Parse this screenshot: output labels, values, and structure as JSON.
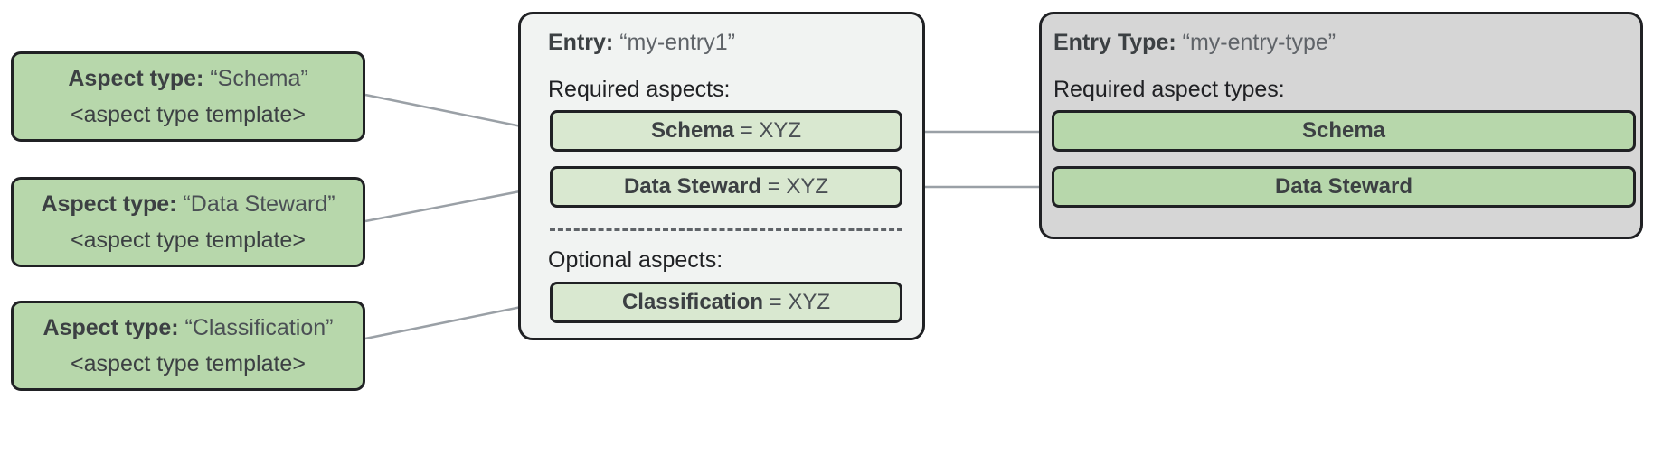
{
  "diagram": {
    "title_context": "Entry / Entry Type / Aspect type relationship diagram",
    "colors": {
      "aspect_type_green": "#b7d7ab",
      "aspect_chip_green": "#d9e8d0",
      "entry_panel_gray": "#f1f3f2",
      "entry_type_panel_gray": "#d6d6d6",
      "border_dark": "#202124",
      "connector_gray": "#9aa0a6"
    }
  },
  "aspect_types": [
    {
      "key_label": "Aspect type:",
      "value_label": "“Schema”",
      "template_label": "<aspect type template>"
    },
    {
      "key_label": "Aspect type:",
      "value_label": "“Data Steward”",
      "template_label": "<aspect type template>"
    },
    {
      "key_label": "Aspect type:",
      "value_label": "“Classification”",
      "template_label": "<aspect type template>"
    }
  ],
  "entry": {
    "key_label": "Entry:",
    "value_label": "“my-entry1”",
    "required_label": "Required aspects:",
    "optional_label": "Optional aspects:",
    "required_aspects": [
      {
        "name": "Schema",
        "value": "= XYZ"
      },
      {
        "name": "Data Steward",
        "value": "= XYZ"
      }
    ],
    "optional_aspects": [
      {
        "name": "Classification",
        "value": "= XYZ"
      }
    ]
  },
  "entry_type": {
    "key_label": "Entry Type:",
    "value_label": "“my-entry-type”",
    "required_label": "Required aspect types:",
    "required_aspect_types": [
      {
        "name": "Schema"
      },
      {
        "name": "Data Steward"
      }
    ]
  }
}
